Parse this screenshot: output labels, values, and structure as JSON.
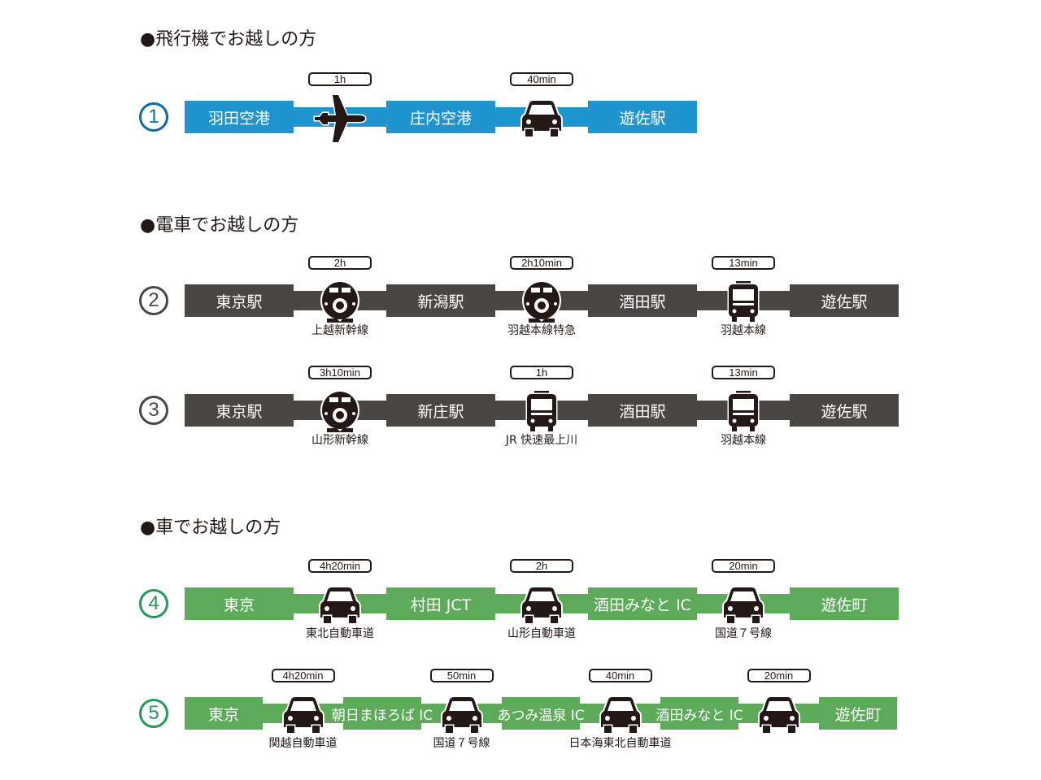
{
  "colors": {
    "air": "#2094cf",
    "train": "#4a4644",
    "car": "#5dab5a",
    "air_num": "#0d6aa6",
    "train_num": "#4a4644",
    "car_num": "#249a5a"
  },
  "sections": [
    {
      "title": "●飛行機でお越しの方"
    },
    {
      "title": "●電車でお越しの方"
    },
    {
      "title": "●車でお越しの方"
    }
  ],
  "routes": [
    {
      "number": "1",
      "mode": "air",
      "stations": [
        "羽田空港",
        "庄内空港",
        "遊佐駅"
      ],
      "legs": [
        {
          "icon": "airplane",
          "time": "1h",
          "via": ""
        },
        {
          "icon": "car",
          "time": "40min",
          "via": ""
        }
      ]
    },
    {
      "number": "2",
      "mode": "train",
      "stations": [
        "東京駅",
        "新潟駅",
        "酒田駅",
        "遊佐駅"
      ],
      "legs": [
        {
          "icon": "shinkansen",
          "time": "2h",
          "via": "上越新幹線"
        },
        {
          "icon": "shinkansen",
          "time": "2h10min",
          "via": "羽越本線特急"
        },
        {
          "icon": "train",
          "time": "13min",
          "via": "羽越本線"
        }
      ]
    },
    {
      "number": "3",
      "mode": "train",
      "stations": [
        "東京駅",
        "新庄駅",
        "酒田駅",
        "遊佐駅"
      ],
      "legs": [
        {
          "icon": "shinkansen",
          "time": "3h10min",
          "via": "山形新幹線"
        },
        {
          "icon": "train",
          "time": "1h",
          "via": "JR 快速最上川"
        },
        {
          "icon": "train",
          "time": "13min",
          "via": "羽越本線"
        }
      ]
    },
    {
      "number": "4",
      "mode": "car",
      "stations": [
        "東京",
        "村田 JCT",
        "酒田みなと IC",
        "遊佐町"
      ],
      "legs": [
        {
          "icon": "car",
          "time": "4h20min",
          "via": "東北自動車道"
        },
        {
          "icon": "car",
          "time": "2h",
          "via": "山形自動車道"
        },
        {
          "icon": "car",
          "time": "20min",
          "via": "国道７号線"
        }
      ]
    },
    {
      "number": "5",
      "mode": "car",
      "stations": [
        "東京",
        "朝日まほろば IC",
        "あつみ温泉 IC",
        "酒田みなと IC",
        "遊佐町"
      ],
      "legs": [
        {
          "icon": "car",
          "time": "4h20min",
          "via": "関越自動車道"
        },
        {
          "icon": "car",
          "time": "50min",
          "via": "国道７号線"
        },
        {
          "icon": "car",
          "time": "40min",
          "via": "日本海東北自動車道"
        },
        {
          "icon": "car",
          "time": "20min",
          "via": ""
        }
      ]
    }
  ]
}
